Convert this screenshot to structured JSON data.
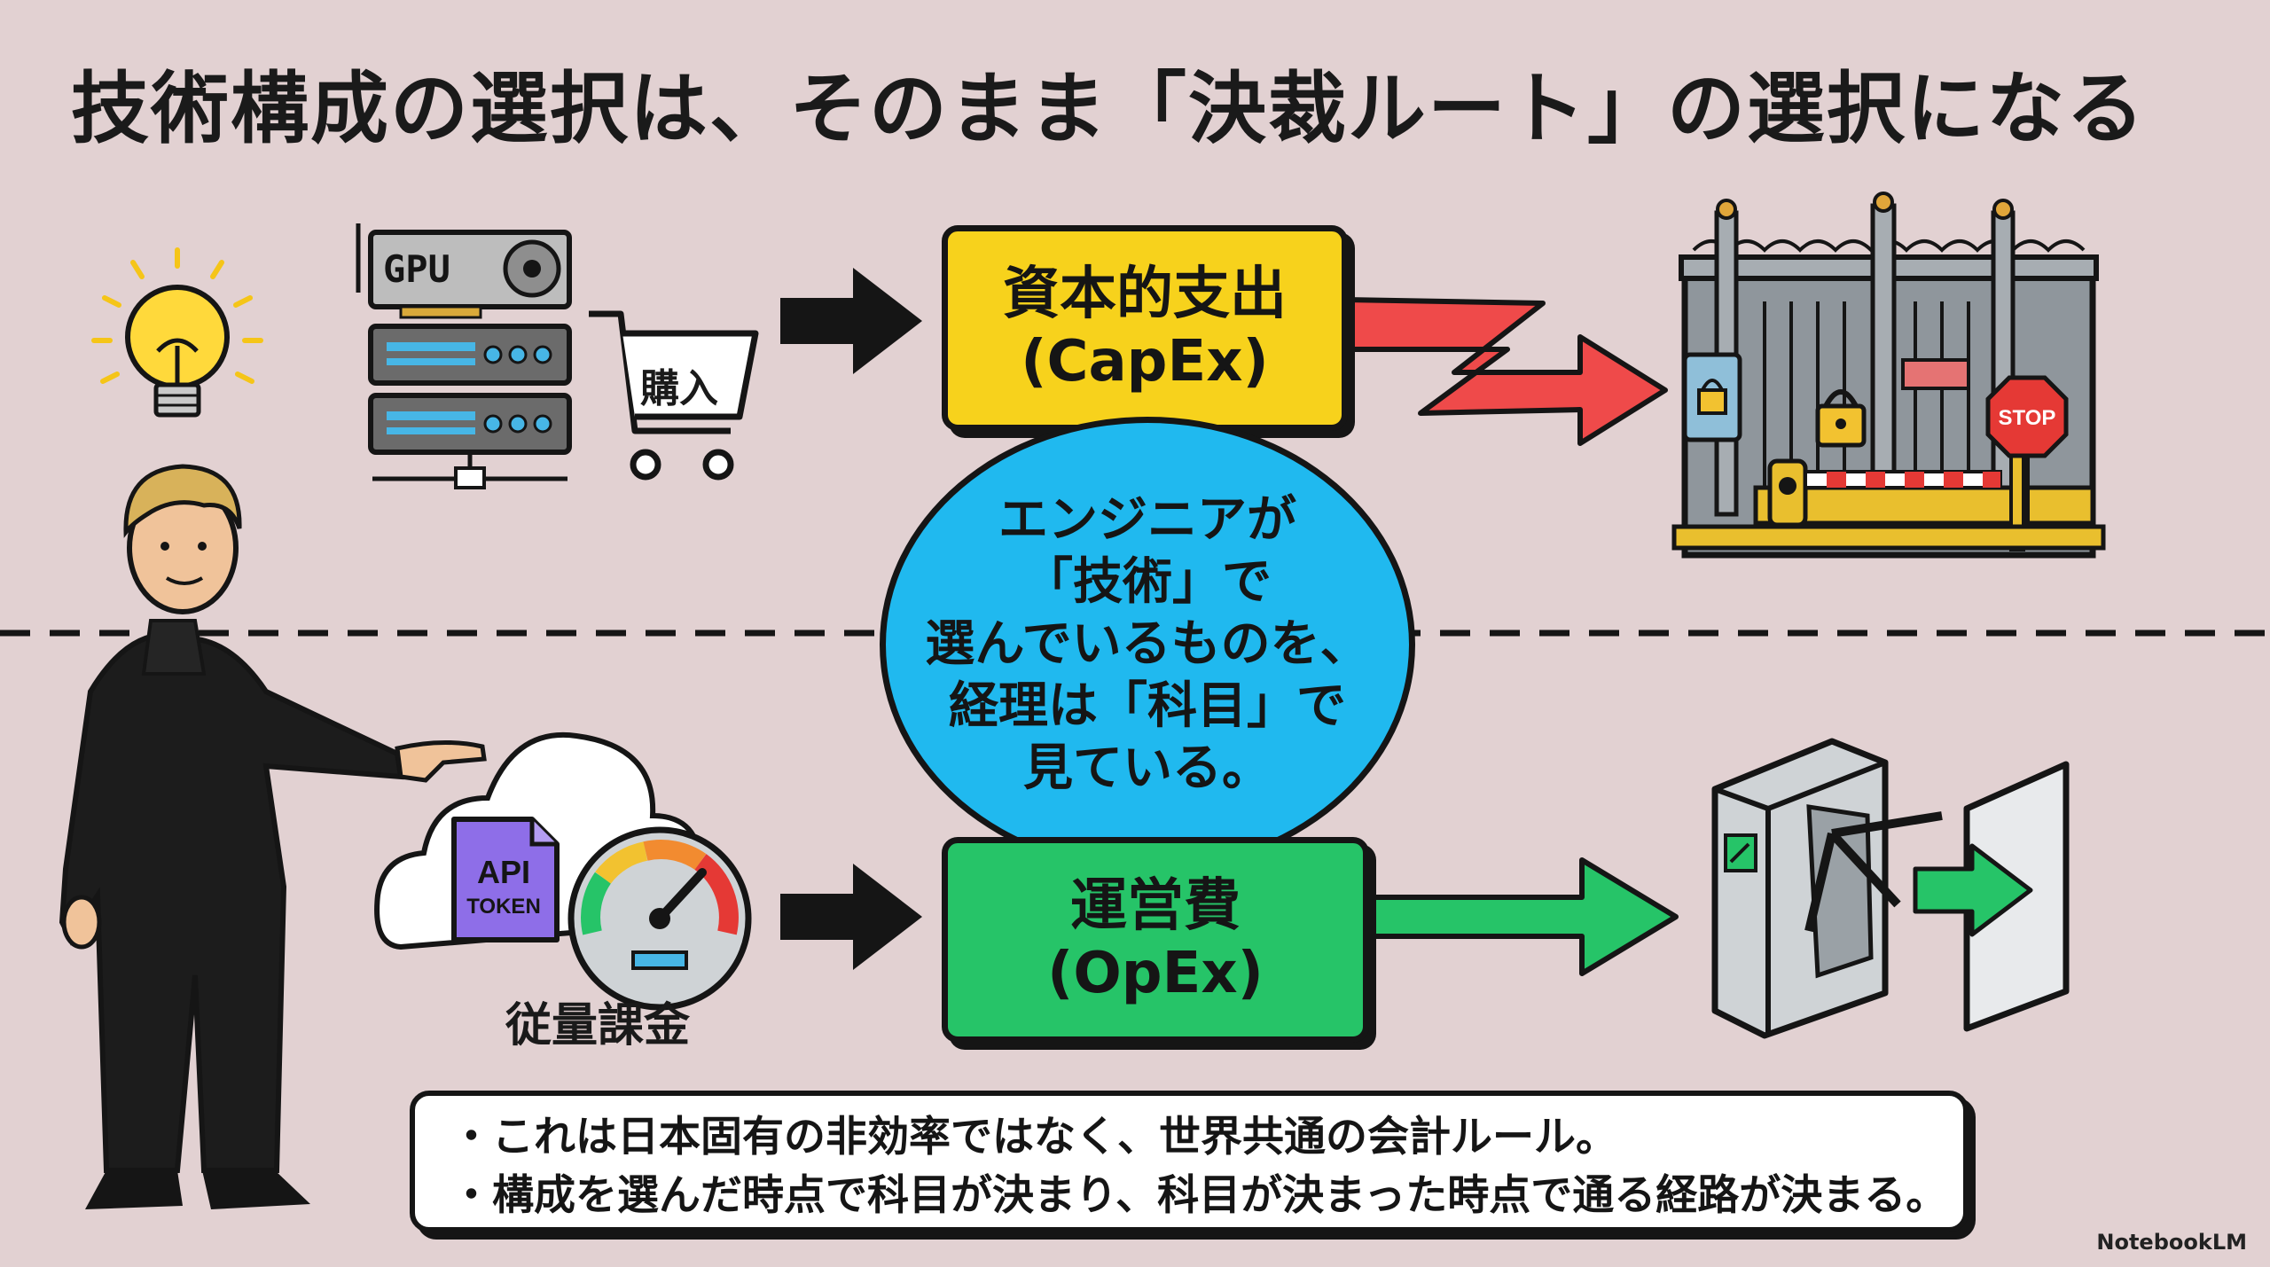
{
  "title": "技術構成の選択は、そのまま「決裁ルート」の選択になる",
  "top_route": {
    "hardware": {
      "gpu_label": "GPU"
    },
    "purchase_label": "購入",
    "box_lines": [
      "資本的支出",
      "(CapEx)"
    ],
    "destination_icons": [
      "locked-gate-icon",
      "stop-sign-icon",
      "padlock-icon"
    ],
    "stop_text": "STOP",
    "arrow_color": "#ef4a4a"
  },
  "center_circle": {
    "lines": [
      "エンジニアが",
      "「技術」で",
      "選んでいるものを、",
      "経理は「科目」で",
      "見ている。"
    ],
    "color": "#20b9ef"
  },
  "bottom_route": {
    "token_lines": [
      "API",
      "TOKEN"
    ],
    "metered_label": "従量課金",
    "box_lines": [
      "運営費",
      "(OpEx)"
    ],
    "destination_icons": [
      "turnstile-icon",
      "exit-door-icon"
    ],
    "arrow_color": "#26c468"
  },
  "notes": [
    "・これは日本固有の非効率ではなく、世界共通の会計ルール。",
    "・構成を選んだ時点で科目が決まり、科目が決まった時点で通る経路が決まる。"
  ],
  "brand": "NotebookLM",
  "colors": {
    "background": "#e2d1d2",
    "capex": "#f7d21c",
    "opex": "#26c468"
  }
}
